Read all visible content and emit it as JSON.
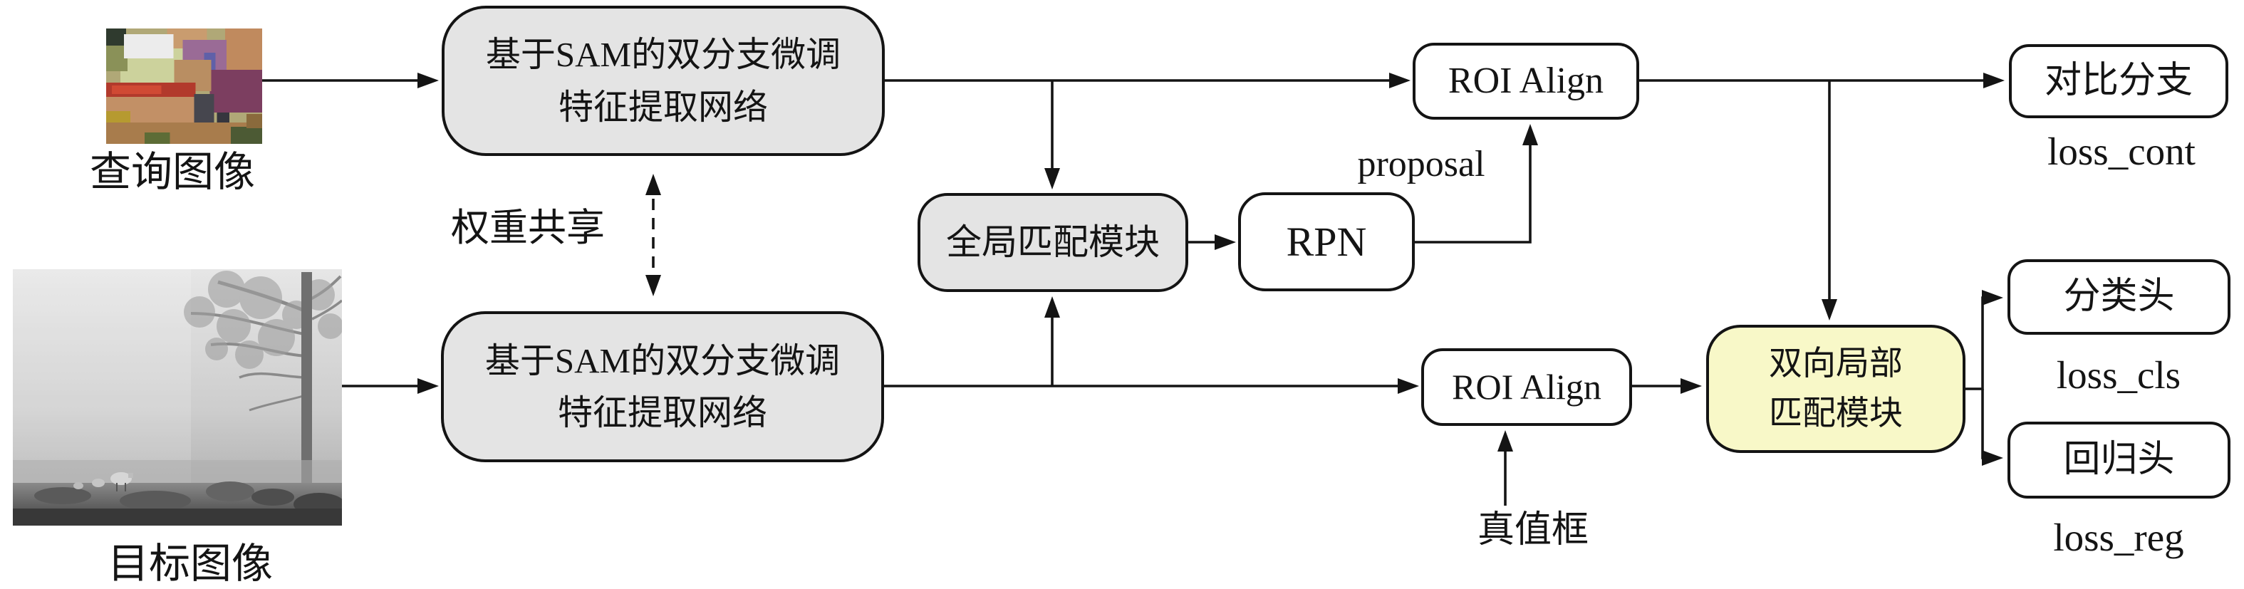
{
  "figure": {
    "inputs": {
      "query": {
        "caption": "查询图像"
      },
      "target": {
        "caption": "目标图像"
      }
    },
    "nodes": {
      "backbone_top_line1": "基于SAM的双分支微调",
      "backbone_top_line2": "特征提取网络",
      "backbone_bottom_line1": "基于SAM的双分支微调",
      "backbone_bottom_line2": "特征提取网络",
      "global_match": "全局匹配模块",
      "rpn": "RPN",
      "roi_align_top": "ROI Align",
      "roi_align_bottom": "ROI Align",
      "contrast_branch": "对比分支",
      "local_match_line1": "双向局部",
      "local_match_line2": "匹配模块",
      "cls_head": "分类头",
      "reg_head": "回归头"
    },
    "annotations": {
      "weight_share": "权重共享",
      "proposal": "proposal",
      "gt_box": "真值框",
      "loss_cont": "loss_cont",
      "loss_cls": "loss_cls",
      "loss_reg": "loss_reg"
    },
    "colors": {
      "node_gray": "#e4e4e4",
      "node_yellow": "#f8f8c8",
      "node_white": "#ffffff",
      "stroke": "#141414",
      "background": "#ffffff"
    }
  }
}
